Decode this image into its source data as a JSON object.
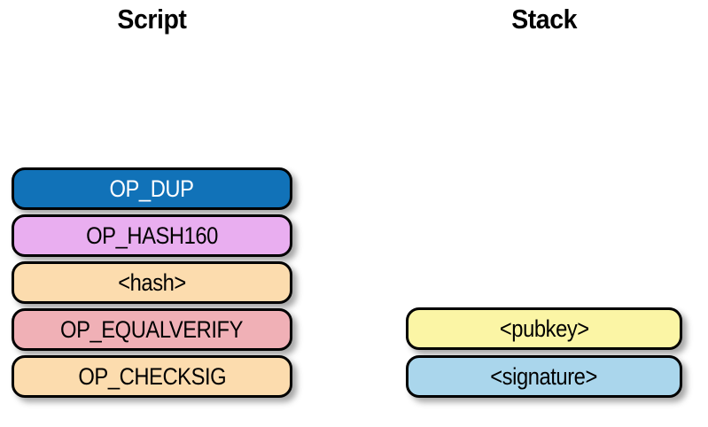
{
  "titles": {
    "script": "Script",
    "stack": "Stack"
  },
  "script_blocks": [
    {
      "label": "OP_DUP",
      "bg": "#1172b8",
      "text_color": "#ffffff"
    },
    {
      "label": "OP_HASH160",
      "bg": "#e9aef0",
      "text_color": "#000000"
    },
    {
      "label": "<hash>",
      "bg": "#fcdcae",
      "text_color": "#000000"
    },
    {
      "label": "OP_EQUALVERIFY",
      "bg": "#f0b0b6",
      "text_color": "#000000"
    },
    {
      "label": "OP_CHECKSIG",
      "bg": "#fcdcae",
      "text_color": "#000000"
    }
  ],
  "stack_blocks": [
    {
      "label": "<pubkey>",
      "bg": "#fbf5a5",
      "text_color": "#000000"
    },
    {
      "label": "<signature>",
      "bg": "#aad6ec",
      "text_color": "#000000"
    }
  ]
}
